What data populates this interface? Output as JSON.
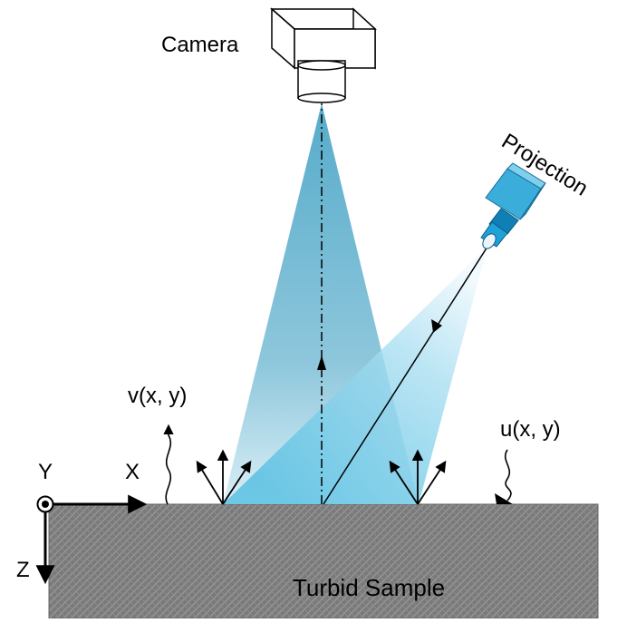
{
  "labels": {
    "camera": "Camera",
    "projection": "Projection",
    "v": "v(x,  y)",
    "u": "u(x,  y)",
    "axis_x": "X",
    "axis_y": "Y",
    "axis_z": "Z",
    "sample": "Turbid Sample"
  },
  "colors": {
    "camera_beam_top": "#4ea7c7",
    "camera_beam_bottom": "#d5edf5",
    "projection_beam_top": "#e4f4fb",
    "projection_beam_bottom": "#5cc4e3",
    "projector_body": "#3aaddb",
    "projector_front": "#0c7fb6",
    "sample_fill": "#7b7b7b",
    "sample_pattern": "#9a9a9a"
  }
}
